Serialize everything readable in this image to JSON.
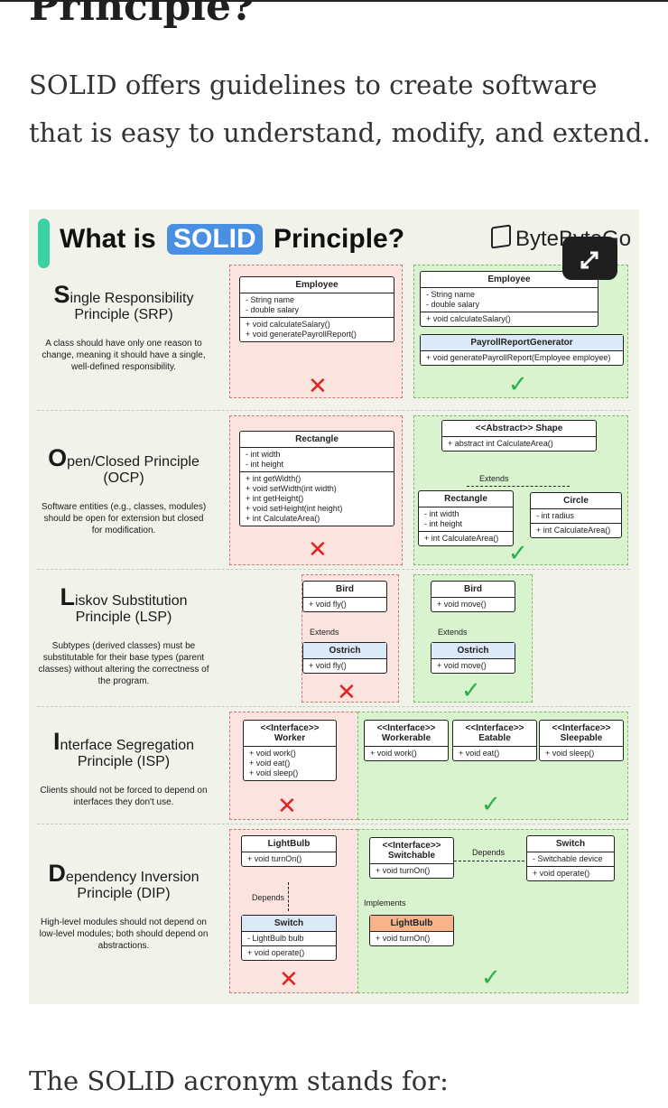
{
  "article": {
    "heading_partial": "Principle?",
    "intro": "SOLID offers guidelines to create software that is easy to understand, modify, and extend.",
    "outro": "The SOLID acronym stands for:"
  },
  "infographic": {
    "title_prefix": "What is",
    "title_highlight": "SOLID",
    "title_suffix": "Principle?",
    "brand": "ByteByteGo",
    "expand_icon": "expand-arrows-icon",
    "colors": {
      "accent": "#3ad1a5",
      "highlight": "#4a90e2",
      "bad": "#fbe3e0",
      "good": "#d8f3cd",
      "cross": "#e0251f",
      "check": "#28b04b"
    },
    "principles": [
      {
        "initial": "S",
        "rest": "ingle Responsibility",
        "name_line2": "Principle (SRP)",
        "desc": "A class should have only one reason to change, meaning it should have a single, well-defined responsibility."
      },
      {
        "initial": "O",
        "rest": "pen/Closed Principle",
        "name_line2": "(OCP)",
        "desc": "Software entities (e.g., classes, modules) should be open for extension but closed for modification."
      },
      {
        "initial": "L",
        "rest": "iskov Substitution",
        "name_line2": "Principle (LSP)",
        "desc": "Subtypes (derived classes) must be substitutable for their base types (parent classes) without altering the correctness of the program."
      },
      {
        "initial": "I",
        "rest": "nterface Segregation",
        "name_line2": "Principle (ISP)",
        "desc": "Clients should not be forced to depend on interfaces they don't use."
      },
      {
        "initial": "D",
        "rest": "ependency Inversion",
        "name_line2": "Principle (DIP)",
        "desc": "High-level modules should not depend on low-level modules; both should depend on abstractions."
      }
    ],
    "srp": {
      "bad": {
        "name": "Employee",
        "attrs": [
          "- String name",
          "- double salary"
        ],
        "methods": [
          "+ void calculateSalary()",
          "+ void generatePayrollReport()"
        ]
      },
      "good_employee": {
        "name": "Employee",
        "attrs": [
          "- String name",
          "- double salary"
        ],
        "methods": [
          "+ void calculateSalary()"
        ]
      },
      "good_report": {
        "name": "PayrollReportGenerator",
        "methods": [
          "+ void generatePayrollReport(Employee employee)"
        ]
      }
    },
    "ocp": {
      "bad": {
        "name": "Rectangle",
        "attrs": [
          "- int width",
          "- int height"
        ],
        "methods": [
          "+ int getWidth()",
          "+ void setWidth(int width)",
          "+ int getHeight()",
          "+ void setHeight(int height)",
          "+ int CalculateArea()"
        ]
      },
      "shape": {
        "name": "<<Abstract>> Shape",
        "methods": [
          "+ abstract int CalculateArea()"
        ]
      },
      "extends": "Extends",
      "rect": {
        "name": "Rectangle",
        "attrs": [
          "- int width",
          "- int height"
        ],
        "methods": [
          "+ int CalculateArea()"
        ]
      },
      "circle": {
        "name": "Circle",
        "attrs": [
          "- int radius"
        ],
        "methods": [
          "+ int CalculateArea()"
        ]
      }
    },
    "lsp": {
      "bad_bird": {
        "name": "Bird",
        "methods": [
          "+ void fly()"
        ]
      },
      "bad_ostrich": {
        "name": "Ostrich",
        "methods": [
          "+ void fly()"
        ]
      },
      "good_bird": {
        "name": "Bird",
        "methods": [
          "+ void move()"
        ]
      },
      "good_ostrich": {
        "name": "Ostrich",
        "methods": [
          "+ void move()"
        ]
      },
      "extends": "Extends"
    },
    "isp": {
      "bad": {
        "name": "<<Interface>> Worker",
        "methods": [
          "+ void work()",
          "+ void eat()",
          "+ void sleep()"
        ]
      },
      "workerable": {
        "name": "<<Interface>> Workerable",
        "methods": [
          "+ void work()"
        ]
      },
      "eatable": {
        "name": "<<Interface>> Eatable",
        "methods": [
          "+ void eat()"
        ]
      },
      "sleepable": {
        "name": "<<Interface>> Sleepable",
        "methods": [
          "+ void sleep()"
        ]
      }
    },
    "dip": {
      "bad_bulb": {
        "name": "LightBulb",
        "methods": [
          "+ void turnOn()"
        ]
      },
      "bad_switch": {
        "name": "Switch",
        "attrs": [
          "- LightBulb bulb"
        ],
        "methods": [
          "+ void operate()"
        ]
      },
      "depends": "Depends",
      "switchable": {
        "name": "<<Interface>> Switchable",
        "methods": [
          "+ void turnOn()"
        ]
      },
      "good_switch": {
        "name": "Switch",
        "attrs": [
          "- Switchable device"
        ],
        "methods": [
          "+ void operate()"
        ]
      },
      "implements": "Implements",
      "good_bulb": {
        "name": "LightBulb",
        "methods": [
          "+ void turnOn()"
        ]
      }
    },
    "marks": {
      "bad": "✕",
      "good": "✓"
    }
  }
}
